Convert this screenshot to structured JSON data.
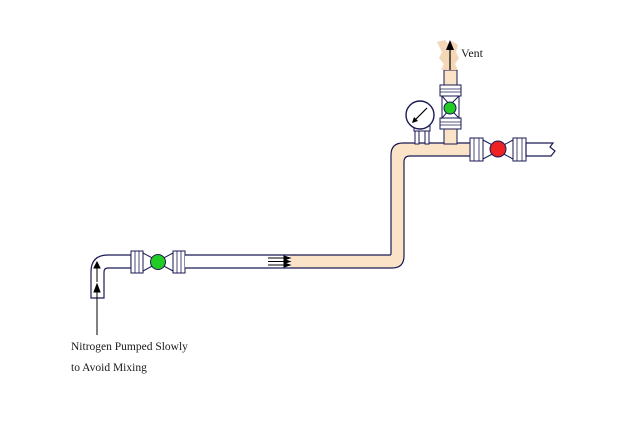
{
  "labels": {
    "vent": "Vent",
    "caption_line1": "Nitrogen Pumped Slowly",
    "caption_line2": "to Avoid Mixing"
  },
  "colors": {
    "pipe_outline": "#1a1a55",
    "pipe_empty": "#ffffff",
    "pipe_liquid": "#fbe3c8",
    "vapor": "#f3d7b6",
    "valve_open": "#22cc22",
    "valve_closed": "#ee2222",
    "valve_body": "#ffffff"
  },
  "icons": {
    "vent_arrow": "up-arrow-icon",
    "inlet_arrows": "up-arrow-icon",
    "flow_arrows": "right-arrows-icon",
    "gauge": "pressure-gauge-icon"
  },
  "valves": [
    {
      "id": "inlet-valve",
      "state": "open"
    },
    {
      "id": "vent-valve",
      "state": "open"
    },
    {
      "id": "outlet-valve",
      "state": "closed"
    }
  ]
}
